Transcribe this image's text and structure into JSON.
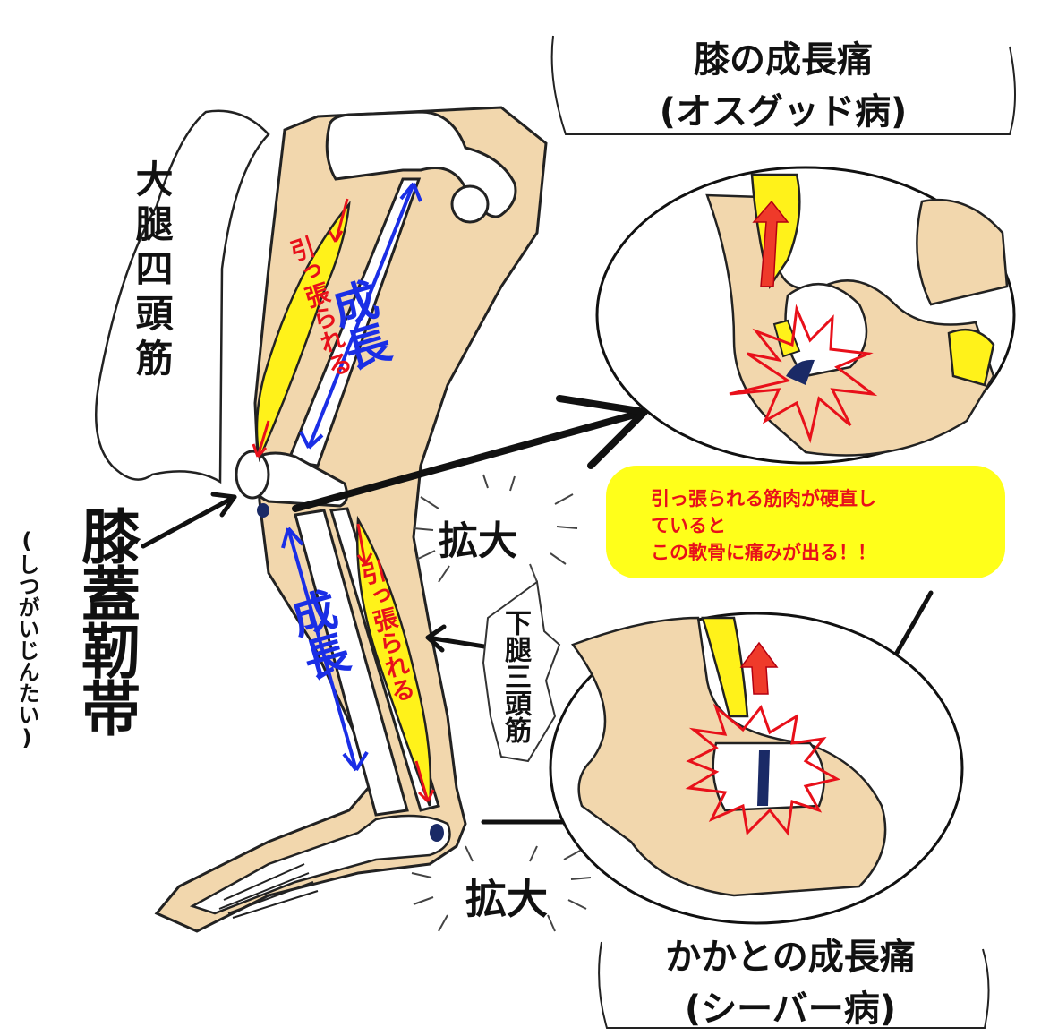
{
  "labels": {
    "quadriceps": "大腿四頭筋",
    "patellar_ligament": "膝蓋靭帯",
    "patellar_ligament_reading": "(しつがいじんたい)",
    "triceps_surae": "下腿三頭筋",
    "growth_upper": "成長",
    "growth_lower": "成長",
    "pulled_upper": "引っ張られる",
    "pulled_lower": "引っ張られる",
    "enlarge_upper": "拡大",
    "enlarge_lower": "拡大"
  },
  "knee_title": {
    "line1": "膝の成長痛",
    "line2": "(オスグッド病)"
  },
  "heel_title": {
    "line1": "かかとの成長痛",
    "line2": "(シーバー病)"
  },
  "note": {
    "line1": "引っ張られる筋肉が硬直し",
    "line2": "ていると",
    "line3": "この軟骨に痛みが出る！！"
  },
  "colors": {
    "skin": "#f2d7ad",
    "muscle": "#fff21a",
    "growth_arrow": "#1a2ee6",
    "pull_text": "#e8101a",
    "pain": "#e8101a",
    "note_bg": "#ffff1a"
  }
}
